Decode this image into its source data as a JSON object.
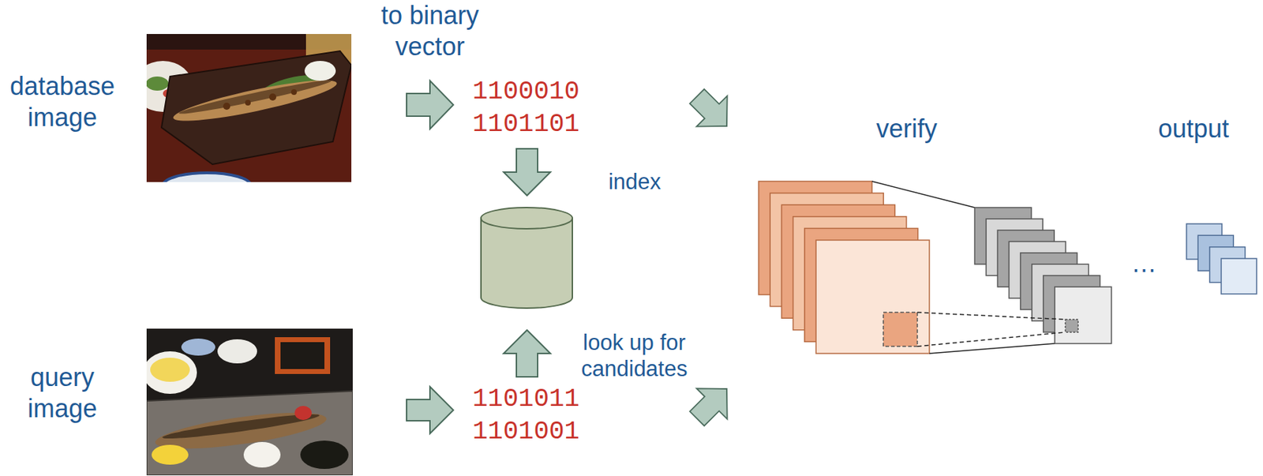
{
  "diagram": {
    "labels": [
      "database image",
      "to binary vector",
      "1100010",
      "1101101",
      "index",
      "verify",
      "output",
      "…",
      "look up for candidates",
      "query image",
      "1101011",
      "1101001"
    ]
  }
}
